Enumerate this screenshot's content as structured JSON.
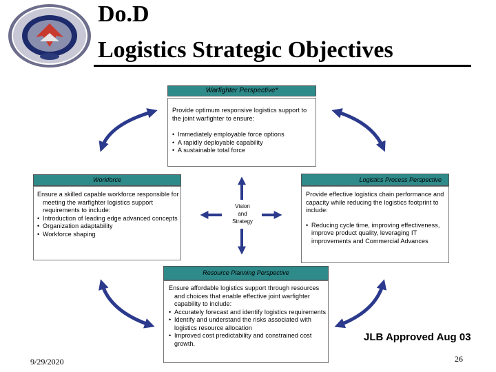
{
  "title": {
    "line1": "Do.D",
    "line2": "Logistics Strategic Objectives"
  },
  "warfighter": {
    "header": "Warfighter Perspective*",
    "intro": "Provide optimum responsive logistics support to the joint warfighter to ensure:",
    "bullets": [
      "Immediately employable force options",
      "A rapidly deployable capability",
      "A sustainable total force"
    ]
  },
  "workforce": {
    "header": "Workforce",
    "intro": "Ensure a skilled capable workforce responsible for meeting the warfighter logistics support requirements to include:",
    "bullets": [
      "Introduction of leading edge advanced concepts",
      "Organization adaptability",
      "Workforce shaping"
    ]
  },
  "logistics_process": {
    "header": "Logistics Process Perspective",
    "intro": "Provide effective logistics chain performance and capacity while reducing the logistics footprint to include:",
    "bullets": [
      "Reducing cycle time, improving effectiveness, improve product quality, leveraging IT improvements and Commercial Advances"
    ]
  },
  "resource_planning": {
    "header": "Resource Planning Perspective",
    "intro": "Ensure affordable logistics support through resources and choices that enable effective joint warfighter capability to include:",
    "bullets": [
      "Accurately forecast and identify logistics requirements",
      "Identify and understand the risks associated with logistics resource allocation",
      "Improved cost predictability and constrained cost growth."
    ]
  },
  "center": {
    "line1": "Vision",
    "line2": "and",
    "line3": "Strategy"
  },
  "approved": "JLB Approved Aug 03",
  "date": "9/29/2020",
  "page_number": "26",
  "colors": {
    "header_fill": "#2f8a8a",
    "arrow_fill": "#2b3a8c",
    "title_rule": "#000000"
  },
  "icons": {
    "seal": "dod-seal-logo",
    "arrows": "double-headed-arrow"
  }
}
